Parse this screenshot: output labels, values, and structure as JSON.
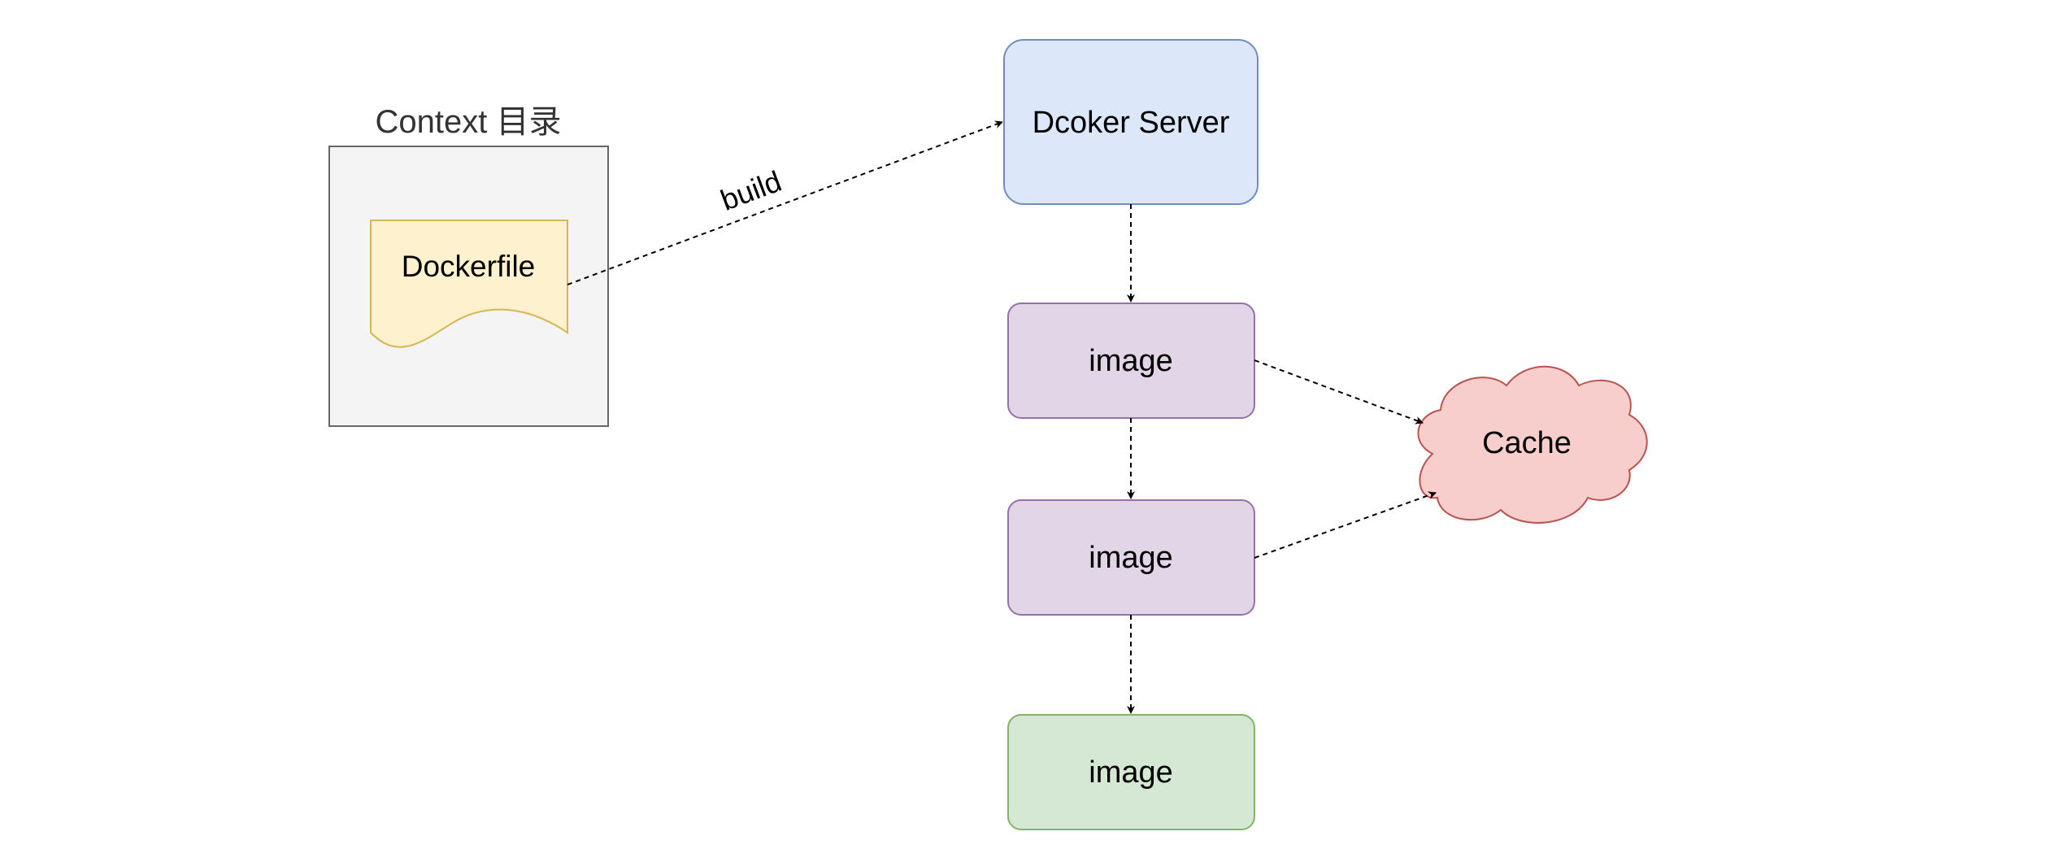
{
  "diagram": {
    "context": {
      "title": "Context 目录",
      "fill": "#f4f4f4",
      "stroke": "#666666"
    },
    "dockerfile": {
      "label": "Dockerfile",
      "fill": "#fdf2cd",
      "stroke": "#d7b656"
    },
    "server": {
      "label": "Dcoker Server",
      "fill": "#dce8fa",
      "stroke": "#6f8ebf"
    },
    "images": [
      {
        "label": "image",
        "fill": "#e1d5e7",
        "stroke": "#9673a6"
      },
      {
        "label": "image",
        "fill": "#e1d5e7",
        "stroke": "#9673a6"
      },
      {
        "label": "image",
        "fill": "#d5e8d4",
        "stroke": "#82b366"
      }
    ],
    "cache": {
      "label": "Cache",
      "fill": "#f8cecc",
      "stroke": "#b85450"
    },
    "edges": {
      "build_label": "build",
      "line_style": "dashed",
      "arrow": "filled"
    }
  }
}
